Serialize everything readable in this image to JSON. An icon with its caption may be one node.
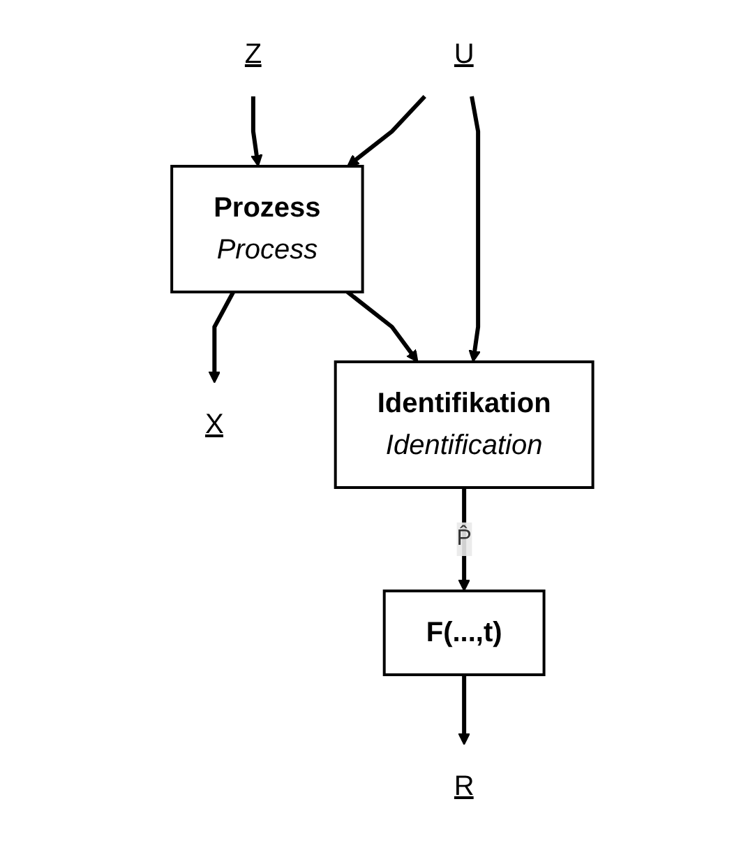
{
  "diagram": {
    "nodes": [
      {
        "text": [
          "Z"
        ]
      },
      {
        "text": [
          "U"
        ]
      },
      {
        "text": [
          "Prozess",
          "Process"
        ]
      },
      {
        "text": [
          "X"
        ]
      },
      {
        "text": [
          "Identifikation",
          "Identification"
        ]
      },
      {
        "text": [
          "F(...,t)"
        ]
      },
      {
        "text": [
          "R"
        ]
      }
    ],
    "edges": [
      {
        "from": 0,
        "to": 2,
        "arrow": "to"
      },
      {
        "from": 1,
        "to": 2,
        "arrow": "to"
      },
      {
        "from": 1,
        "to": 4,
        "arrow": "to"
      },
      {
        "from": 2,
        "to": 3,
        "arrow": "to"
      },
      {
        "from": 2,
        "to": 4,
        "arrow": "to"
      },
      {
        "from": 4,
        "to": 5,
        "label": "P̂",
        "arrow": "to"
      },
      {
        "from": 5,
        "to": 6,
        "arrow": "to"
      }
    ]
  }
}
